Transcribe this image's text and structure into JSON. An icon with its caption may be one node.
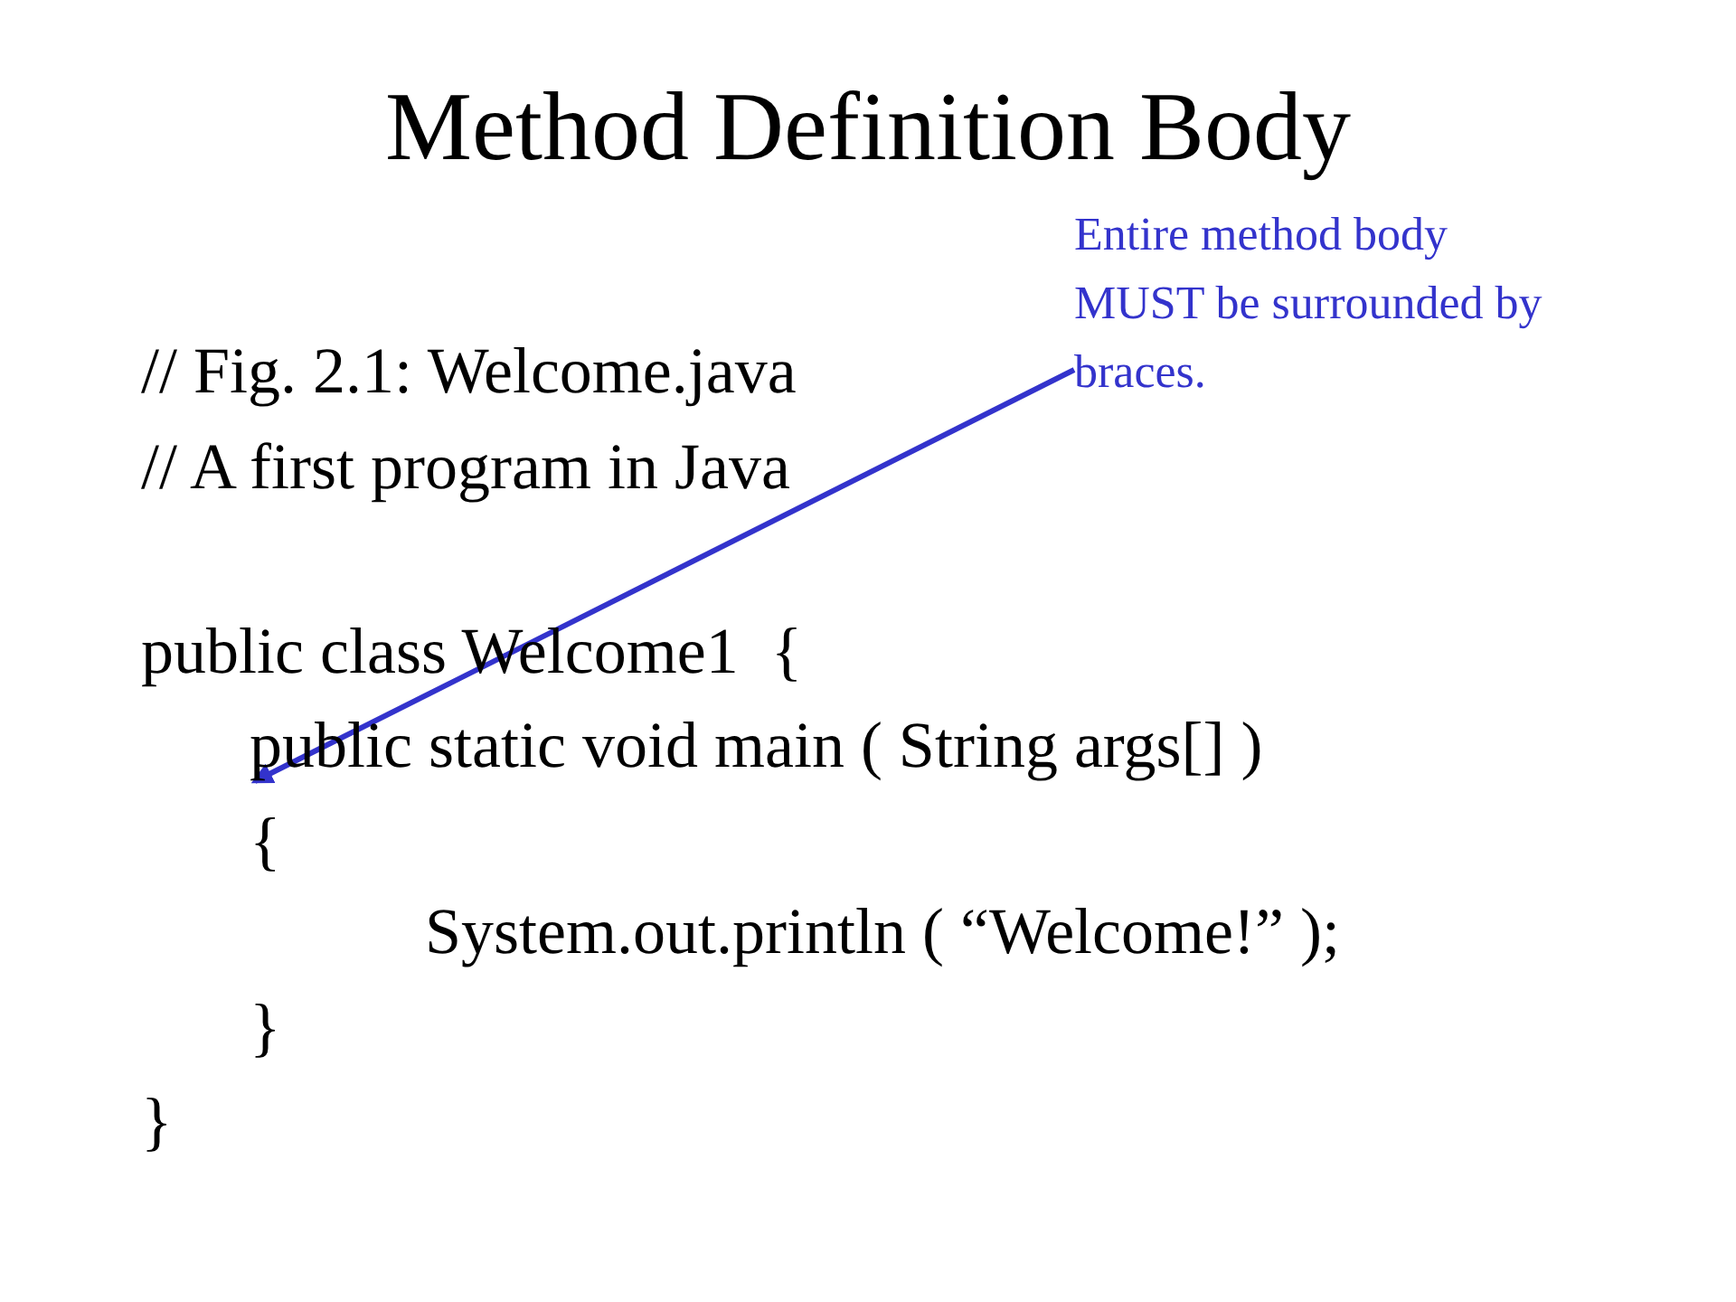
{
  "diagram": {
    "title": "Method Definition Body",
    "nodes": [
      {
        "text": [
          "Entire method body MUST be surrounded by braces."
        ]
      },
      {
        "text": [
          "public static void main ( String args[] )"
        ]
      }
    ],
    "edges": [
      {
        "from": 0,
        "to": 1,
        "arrow": "to"
      }
    ],
    "labels": [
      "// Fig. 2.1: Welcome.java",
      "// A first program in Java",
      "public class Welcome1  {",
      "{",
      "System.out.println ( “Welcome!” );",
      "}",
      "}"
    ]
  }
}
